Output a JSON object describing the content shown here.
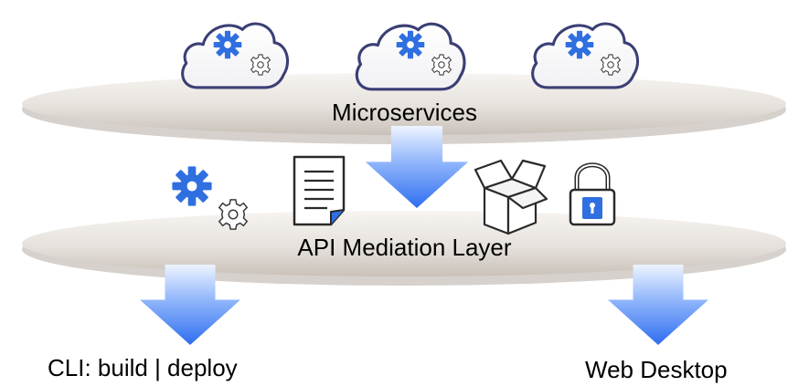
{
  "layers": {
    "microservices_label": "Microservices",
    "api_label": "API Mediation Layer"
  },
  "outputs": {
    "cli_label": "CLI:  build | deploy",
    "web_label": "Web Desktop"
  },
  "colors": {
    "platter_light": "#f4f0ec",
    "platter_mid": "#d9d3cd",
    "platter_dark": "#b8b0a8",
    "arrow_top": "#e8f1ff",
    "arrow_bottom": "#2f6ef0",
    "cloud_stroke": "#3b3f75",
    "gear_blue": "#2f6fe0",
    "icon_stroke": "#2a2a2a",
    "lock_badge": "#2f6fe0"
  },
  "icons": [
    "cloud-gear-icon",
    "gears-icon",
    "document-icon",
    "open-box-icon",
    "padlock-icon",
    "arrow-down-icon"
  ]
}
